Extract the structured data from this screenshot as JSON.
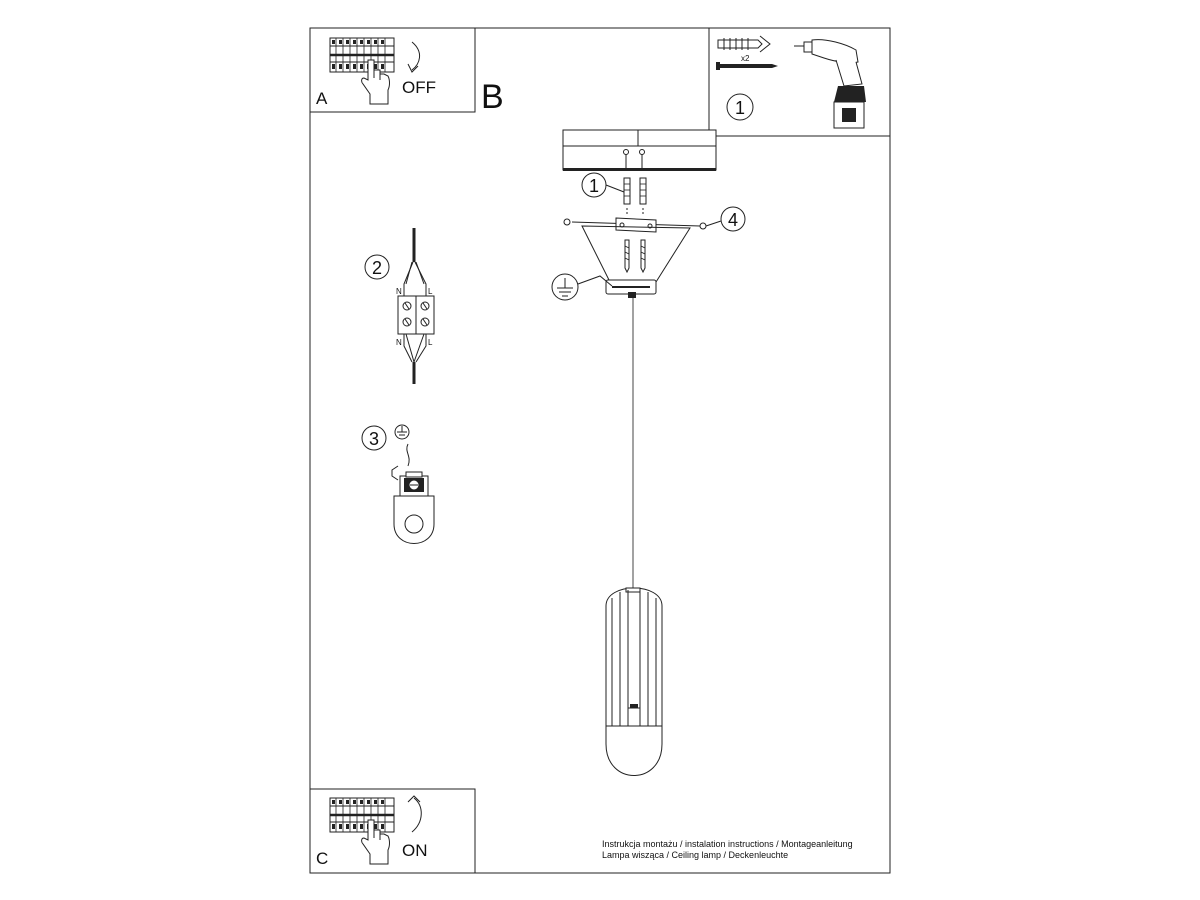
{
  "steps": {
    "a_label": "A",
    "a_state": "OFF",
    "b_label": "B",
    "c_label": "C",
    "c_state": "ON",
    "n1": "1",
    "n2": "2",
    "n3": "3",
    "n4": "4"
  },
  "wiring": {
    "neutral": "N",
    "live": "L"
  },
  "anchors_qty": "x2",
  "footer": {
    "line1": "Instrukcja montażu / instalation instructions / Montageanleitung",
    "line2": "Lampa wisząca / Ceiling lamp / Deckenleuchte"
  },
  "icons": {
    "breaker_off": "breaker-panel-hand-icon",
    "breaker_on": "breaker-panel-hand-icon",
    "drill": "drill-icon",
    "anchors": "wall-plug-screw-icon",
    "ground": "ground-symbol-icon",
    "connector": "terminal-block-icon",
    "ground_clamp": "ground-clamp-icon",
    "lamp": "pendant-lamp-icon"
  }
}
